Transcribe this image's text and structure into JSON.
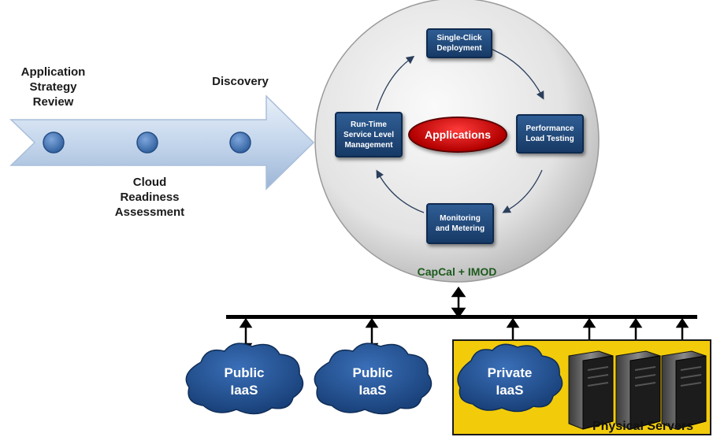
{
  "left_labels": {
    "strategy": "Application\nStrategy\nReview",
    "discovery": "Discovery",
    "readiness": "Cloud\nReadiness\nAssessment"
  },
  "cycle": {
    "center": "Applications",
    "top": "Single-Click\nDeployment",
    "right": "Performance\nLoad Testing",
    "bottom": "Monitoring\nand Metering",
    "left": "Run-Time\nService Level\nManagement",
    "caption": "CapCal + IMOD"
  },
  "targets": {
    "cloud1": "Public\nIaaS",
    "cloud2": "Public\nIaaS",
    "cloud3": "Private\nIaaS",
    "physical_label": "Physical Servers"
  },
  "colors": {
    "arrow_fill": "#c9d9ee",
    "node_blue": "#3f72b5",
    "box_blue": "#1f4a80",
    "app_red": "#d40000",
    "cloud_blue": "#1f4e91",
    "physical_yellow": "#f2cc0a",
    "caption_green": "#1d5a1d"
  }
}
